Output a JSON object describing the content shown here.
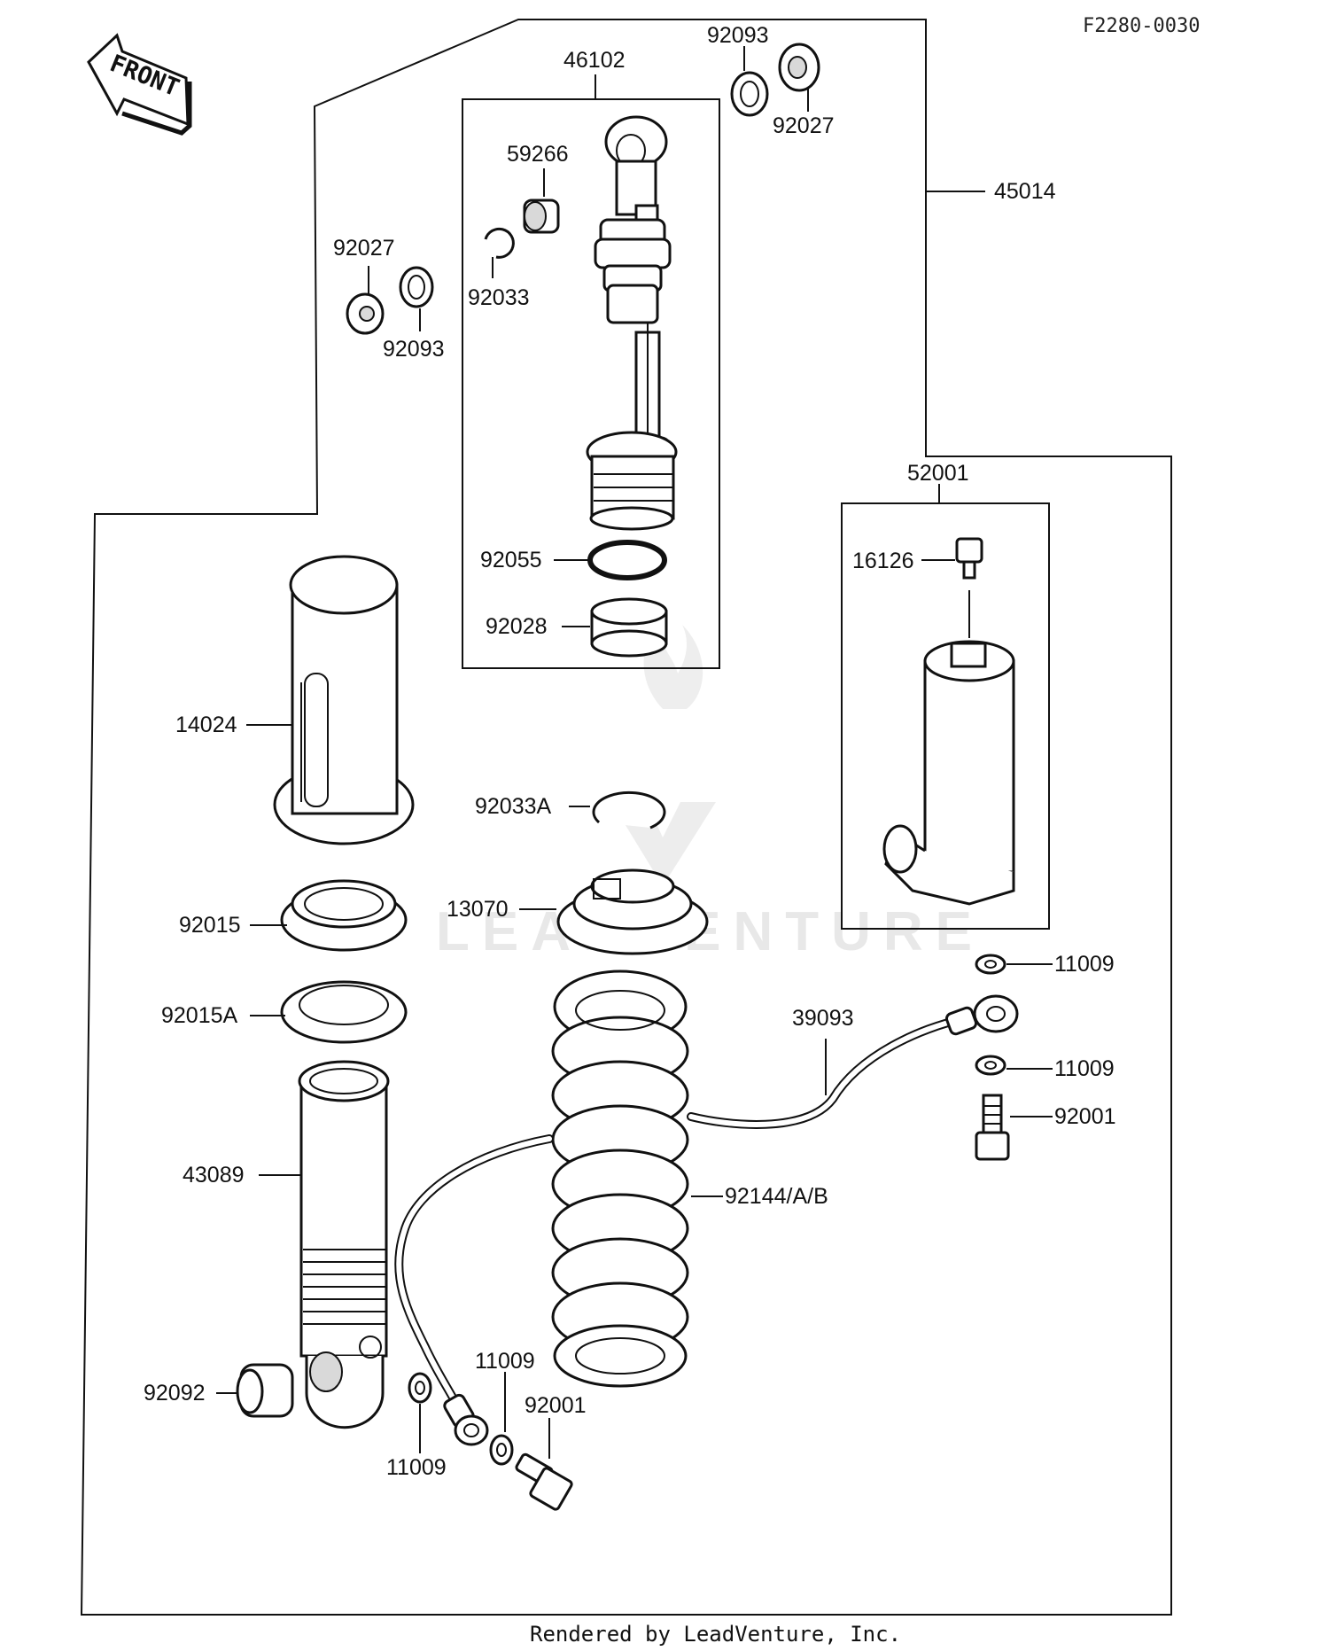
{
  "code": "F2280-0030",
  "front": "FRONT",
  "footer": "Rendered by LeadVenture, Inc.",
  "watermark": "LEADVENTURE",
  "labels": {
    "p46102": "46102",
    "p92093a": "92093",
    "p92027a": "92027",
    "p45014": "45014",
    "p59266": "59266",
    "p92027b": "92027",
    "p92033": "92033",
    "p92093b": "92093",
    "p92055": "92055",
    "p92028": "92028",
    "p52001": "52001",
    "p16126": "16126",
    "p14024": "14024",
    "p92033A": "92033A",
    "p13070": "13070",
    "p92015": "92015",
    "p92015A": "92015A",
    "p11009a": "11009",
    "p39093": "39093",
    "p11009b": "11009",
    "p92001a": "92001",
    "p43089": "43089",
    "p92144": "92144/A/B",
    "p92092": "92092",
    "p11009c": "11009",
    "p92001b": "92001",
    "p11009d": "11009"
  }
}
